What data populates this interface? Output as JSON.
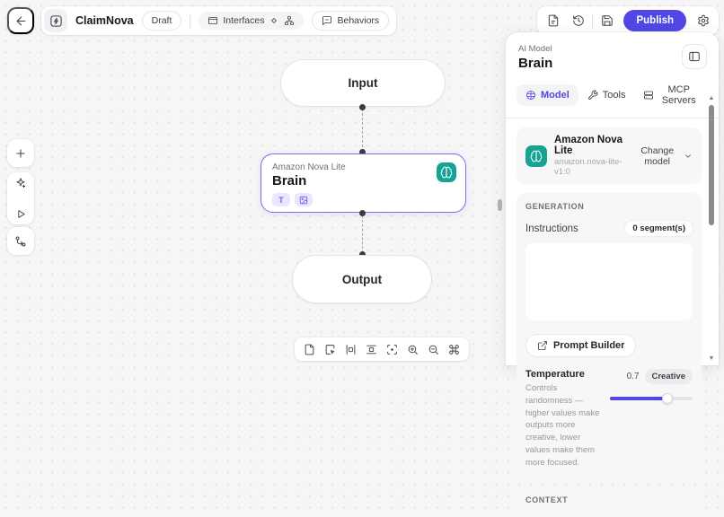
{
  "colors": {
    "accent": "#5147e5",
    "teal": "#16a394",
    "node_border": "#7c6cf0"
  },
  "topbar": {
    "app_name": "ClaimNova",
    "status_badge": "Draft",
    "interfaces_label": "Interfaces",
    "behaviors_label": "Behaviors",
    "publish_label": "Publish",
    "left_icons": [
      "back-arrow-icon",
      "zap-logo-icon",
      "app-window-icon",
      "shapes-icon",
      "sitemap-icon",
      "message-square-icon"
    ],
    "right_icons": [
      "file-icon",
      "history-icon",
      "save-icon",
      "gear-icon"
    ]
  },
  "left_toolbar": {
    "icons": [
      "plus-icon",
      "sparkles-icon",
      "play-icon",
      "branch-icon"
    ]
  },
  "canvas": {
    "input_node": {
      "label": "Input"
    },
    "output_node": {
      "label": "Output"
    },
    "brain_node": {
      "subtitle": "Amazon Nova Lite",
      "title": "Brain",
      "chips": [
        "text-chip",
        "image-chip"
      ],
      "badge_icon": "brain-icon"
    },
    "toolbar_icons": [
      "new-file-icon",
      "add-note-icon",
      "distribute-horizontal-icon",
      "distribute-vertical-icon",
      "fit-view-icon",
      "zoom-in-icon",
      "zoom-out-icon",
      "command-icon"
    ]
  },
  "panel": {
    "eyebrow": "AI Model",
    "title": "Brain",
    "tabs": [
      {
        "label": "Model"
      },
      {
        "label": "Tools"
      },
      {
        "label": "MCP Servers"
      }
    ],
    "model_card": {
      "name": "Amazon Nova Lite",
      "id": "amazon.nova-lite-v1:0",
      "action": "Change model"
    },
    "generation": {
      "section": "GENERATION",
      "instructions_label": "Instructions",
      "segments_badge": "0 segment(s)",
      "instructions_value": "",
      "prompt_builder_label": "Prompt Builder",
      "temperature": {
        "label": "Temperature",
        "description": "Controls randomness — higher values make outputs more creative, lower values make them more focused.",
        "value": "0.7",
        "badge": "Creative",
        "fill_style": "width:70%"
      }
    },
    "context": {
      "section": "CONTEXT"
    }
  }
}
